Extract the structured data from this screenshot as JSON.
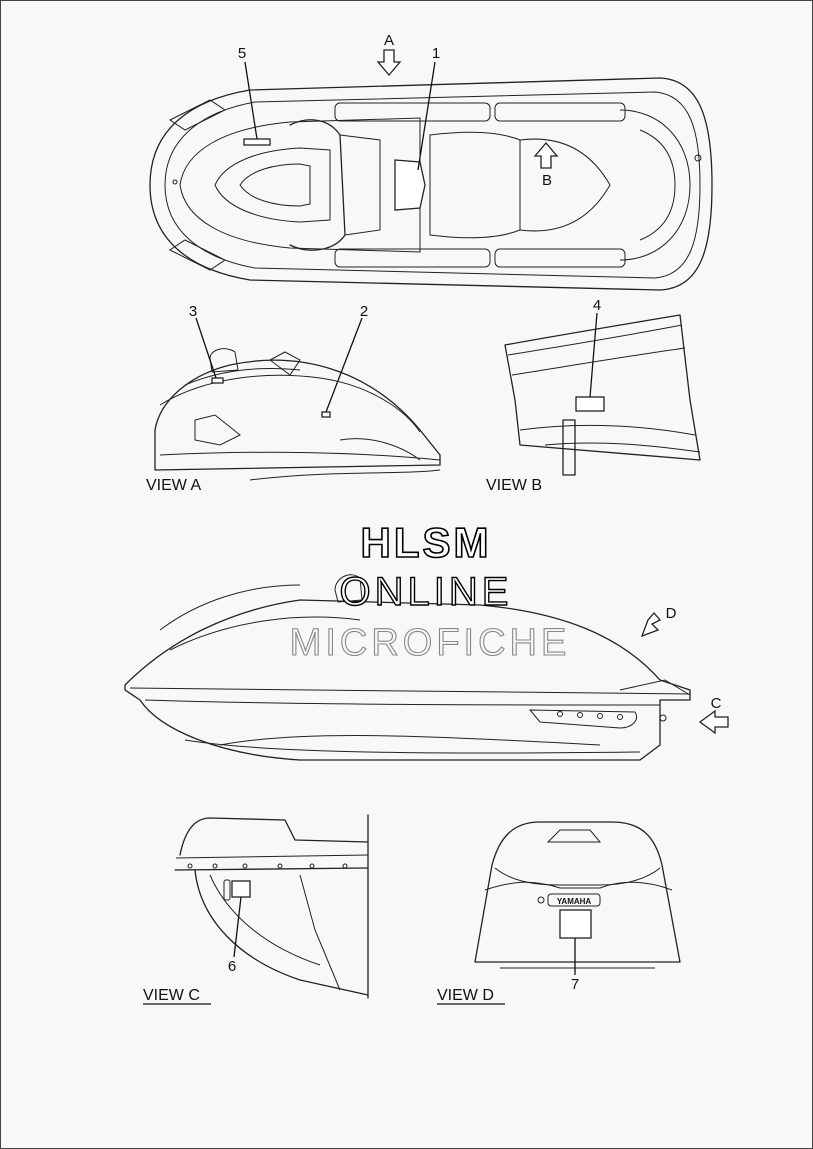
{
  "callouts": {
    "c1": "1",
    "c2": "2",
    "c3": "3",
    "c4": "4",
    "c5": "5",
    "c6": "6",
    "c7": "7"
  },
  "arrows": {
    "a": "A",
    "b": "B",
    "c": "C",
    "d": "D"
  },
  "views": {
    "view_a": "VIEW A",
    "view_b": "VIEW B",
    "view_c": "VIEW C",
    "view_d": "VIEW D"
  },
  "watermark": {
    "line1": "HLSM",
    "line2": "ONLINE",
    "line3": "MICROFICHE"
  },
  "brand_badge": "YAMAHA"
}
